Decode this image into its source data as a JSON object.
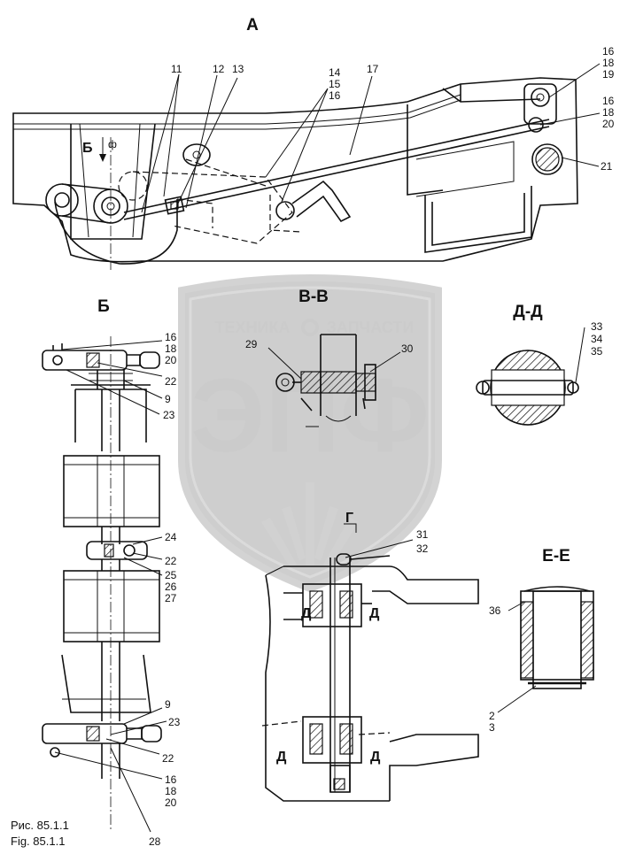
{
  "views": {
    "a": "А",
    "b": "Б",
    "vv": "В-В",
    "dd": "Д-Д",
    "ee": "Е-Е"
  },
  "section_marks": {
    "b_arrow": "Б",
    "g_mark": "Г",
    "d_upper_left": "Д",
    "d_upper_right": "Д",
    "d_lower_left": "Д",
    "d_lower_right": "Д"
  },
  "watermark": {
    "line1": "ТЕХНИКА",
    "line2": "ЗАПЧАСТИ",
    "logo": "ЭПФ"
  },
  "callouts": {
    "a": [
      "11",
      "12",
      "13",
      "14",
      "15",
      "16",
      "17",
      "16",
      "18",
      "19",
      "16",
      "18",
      "20",
      "21"
    ],
    "b": [
      "16",
      "18",
      "20",
      "22",
      "9",
      "23",
      "24",
      "22",
      "25",
      "26",
      "27",
      "9",
      "23",
      "22",
      "16",
      "18",
      "20",
      "28"
    ],
    "vv": [
      "29",
      "30",
      "31",
      "32"
    ],
    "dd": [
      "33",
      "34",
      "35"
    ],
    "ee": [
      "36",
      "2",
      "3"
    ]
  },
  "caption": {
    "ru": "Рис. 85.1.1",
    "en": "Fig. 85.1.1"
  }
}
